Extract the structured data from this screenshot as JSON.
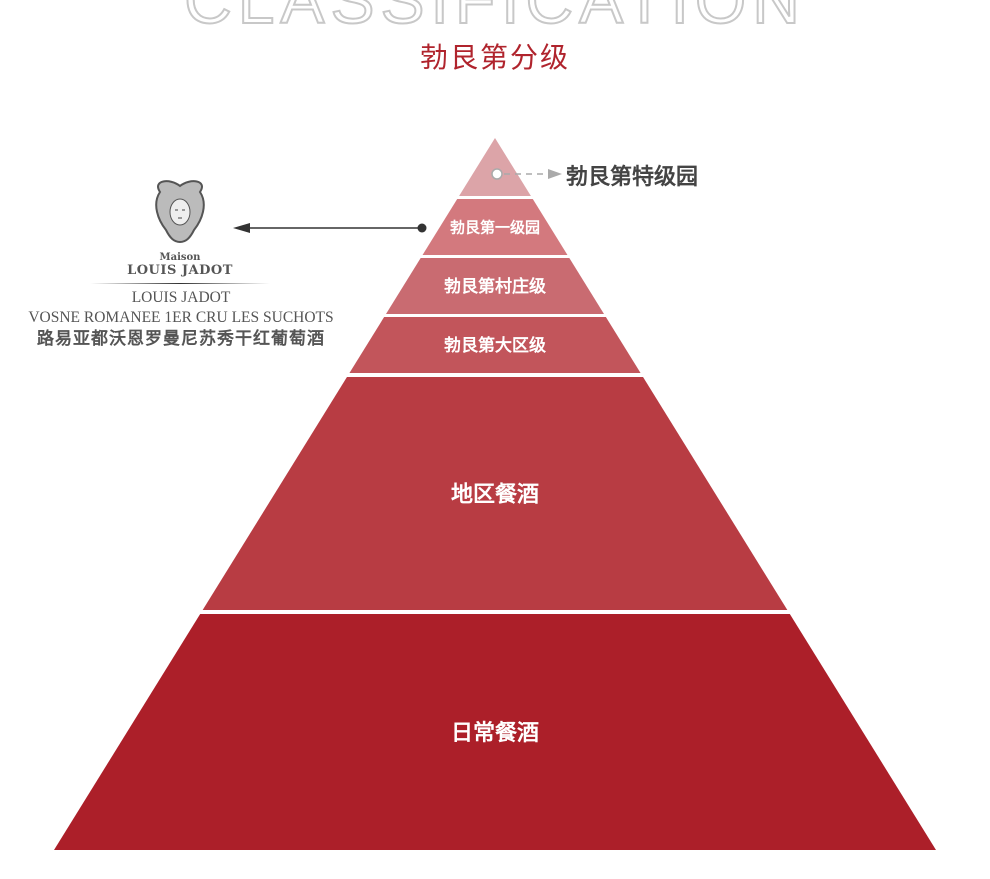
{
  "header": {
    "title_en": "CLASSIFICATION",
    "title_cn": "勃艮第分级"
  },
  "pyramid": {
    "top_label": "勃艮第特级园",
    "levels": [
      {
        "label": "",
        "color": "#dca4a8"
      },
      {
        "label": "勃艮第一级园",
        "color": "#d3797e"
      },
      {
        "label": "勃艮第村庄级",
        "color": "#c96b71"
      },
      {
        "label": "勃艮第大区级",
        "color": "#c2555b"
      },
      {
        "label": "地区餐酒",
        "color": "#b83c43"
      },
      {
        "label": "日常餐酒",
        "color": "#ac1f29"
      }
    ]
  },
  "example": {
    "logo_maison": "Maison",
    "logo_brand": "LOUIS JADOT",
    "producer": "LOUIS JADOT",
    "wine_name": "VOSNE ROMANEE 1ER CRU LES SUCHOTS",
    "wine_name_cn": "路易亚都沃恩罗曼尼苏秀干红葡萄酒"
  }
}
